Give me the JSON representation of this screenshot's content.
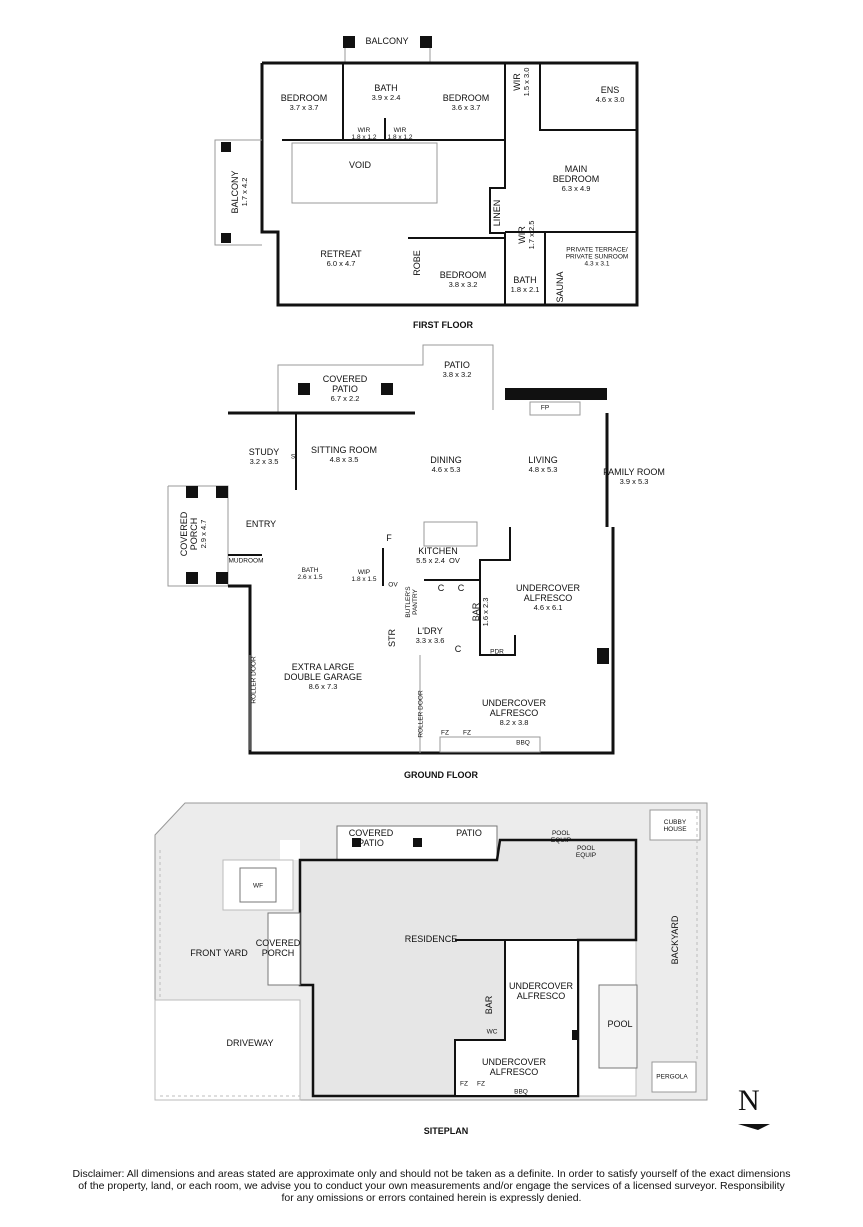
{
  "first_floor": {
    "title": "FIRST FLOOR",
    "rooms": {
      "balcony_top": {
        "name": "BALCONY"
      },
      "bedroom1": {
        "name": "BEDROOM",
        "dims": "3.7 x 3.7"
      },
      "bath1": {
        "name": "BATH",
        "dims": "3.9 x 2.4"
      },
      "bedroom2": {
        "name": "BEDROOM",
        "dims": "3.6 x 3.7"
      },
      "wir_ens": {
        "name": "WIR",
        "dims": "1.5 x 3.0"
      },
      "ens": {
        "name": "ENS",
        "dims": "4.6 x 3.0"
      },
      "wir1": {
        "name": "WIR",
        "dims": "1.8 x 1.2"
      },
      "wir2": {
        "name": "WIR",
        "dims": "1.8 x 1.2"
      },
      "void": {
        "name": "VOID"
      },
      "balcony_side": {
        "name": "BALCONY",
        "dims": "1.7 x 4.2"
      },
      "main_bedroom": {
        "name1": "MAIN",
        "name2": "BEDROOM",
        "dims": "6.3 x 4.9"
      },
      "linen": {
        "name": "LINEN"
      },
      "wir_main": {
        "name": "WIR",
        "dims": "1.7 x 2.5"
      },
      "terrace": {
        "name1": "PRIVATE TERRACE/",
        "name2": "PRIVATE SUNROOM",
        "dims": "4.3 x 3.1"
      },
      "retreat": {
        "name": "RETREAT",
        "dims": "6.0 x 4.7"
      },
      "robe": {
        "name": "ROBE"
      },
      "bedroom3": {
        "name": "BEDROOM",
        "dims": "3.8 x 3.2"
      },
      "bath2": {
        "name": "BATH",
        "dims": "1.8 x 2.1"
      },
      "sauna": {
        "name": "SAUNA"
      }
    }
  },
  "ground_floor": {
    "title": "GROUND FLOOR",
    "rooms": {
      "patio": {
        "name": "PATIO",
        "dims": "3.8 x 3.2"
      },
      "covered_patio": {
        "name1": "COVERED",
        "name2": "PATIO",
        "dims": "6.7 x 2.2"
      },
      "fp": {
        "name": "FP"
      },
      "study": {
        "name": "STUDY",
        "dims": "3.2 x 3.5"
      },
      "s": {
        "name": "S"
      },
      "sitting": {
        "name": "SITTING ROOM",
        "dims": "4.8 x 3.5"
      },
      "dining": {
        "name": "DINING",
        "dims": "4.6 x 5.3"
      },
      "living": {
        "name": "LIVING",
        "dims": "4.8 x 5.3"
      },
      "family": {
        "name": "FAMILY ROOM",
        "dims": "3.9 x 5.3"
      },
      "porch": {
        "name1": "COVERED",
        "name2": "PORCH",
        "dims": "2.9 x 4.7"
      },
      "entry": {
        "name": "ENTRY"
      },
      "f": {
        "name": "F"
      },
      "kitchen": {
        "name": "KITCHEN",
        "dims": "5.5 x 2.4",
        "ov": "OV"
      },
      "mudroom": {
        "name": "MUDROOM"
      },
      "bath": {
        "name": "BATH",
        "dims": "2.6 x 1.5"
      },
      "wip": {
        "name": "WIP",
        "dims": "1.8 x 1.5"
      },
      "ov": {
        "name": "OV"
      },
      "butlers": {
        "name1": "BUTLER'S",
        "name2": "PANTRY"
      },
      "c1": {
        "name": "C"
      },
      "c2": {
        "name": "C"
      },
      "c3": {
        "name": "C"
      },
      "alfresco1": {
        "name1": "UNDERCOVER",
        "name2": "ALFRESCO",
        "dims": "4.6 x 6.1"
      },
      "bar": {
        "name": "BAR",
        "dims": "1.6 x 2.3"
      },
      "str": {
        "name": "STR"
      },
      "ldry": {
        "name": "L'DRY",
        "dims": "3.3 x 3.6"
      },
      "pdr": {
        "name": "PDR"
      },
      "roller1": {
        "name": "ROLLER DOOR"
      },
      "roller2": {
        "name": "ROLLER DOOR"
      },
      "garage": {
        "name1": "EXTRA LARGE",
        "name2": "DOUBLE GARAGE",
        "dims": "8.6 x 7.3"
      },
      "alfresco2": {
        "name1": "UNDERCOVER",
        "name2": "ALFRESCO",
        "dims": "8.2 x 3.8"
      },
      "fz1": {
        "name": "FZ"
      },
      "fz2": {
        "name": "FZ"
      },
      "bbq": {
        "name": "BBQ"
      }
    }
  },
  "siteplan": {
    "title": "SITEPLAN",
    "labels": {
      "covered_patio": [
        "COVERED",
        "PATIO"
      ],
      "patio": [
        "PATIO"
      ],
      "pool_equip1": [
        "POOL",
        "EQUIP"
      ],
      "pool_equip2": [
        "POOL",
        "EQUIP"
      ],
      "cubby": [
        "CUBBY",
        "HOUSE"
      ],
      "wf": [
        "WF"
      ],
      "front_yard": [
        "FRONT YARD"
      ],
      "covered_porch": [
        "COVERED",
        "PORCH"
      ],
      "residence": [
        "RESIDENCE"
      ],
      "backyard": [
        "BACKYARD"
      ],
      "alfresco1": [
        "UNDERCOVER",
        "ALFRESCO"
      ],
      "bar": [
        "BAR"
      ],
      "wc": [
        "WC"
      ],
      "pool": [
        "POOL"
      ],
      "driveway": [
        "DRIVEWAY"
      ],
      "alfresco2": [
        "UNDERCOVER",
        "ALFRESCO"
      ],
      "fz1": [
        "FZ"
      ],
      "fz2": [
        "FZ"
      ],
      "bbq": [
        "BBQ"
      ],
      "pergola": [
        "PERGOLA"
      ]
    },
    "north": "N"
  },
  "disclaimer": {
    "line1": "Disclaimer: All dimensions and areas stated are approximate only and should not be taken as a definite. In order to satisfy yourself of the exact dimensions",
    "line2": "of the property, land, or each room, we advise you to conduct your own measurements and/or engage the services of a licensed surveyor. Responsibility",
    "line3": "for any omissions or errors contained herein is expressly denied."
  },
  "colors": {
    "wall": "#111111",
    "site_fill": "#e8e8e8",
    "residence_fill": "#e6e6e6",
    "hedge": "#bdbdbd"
  }
}
